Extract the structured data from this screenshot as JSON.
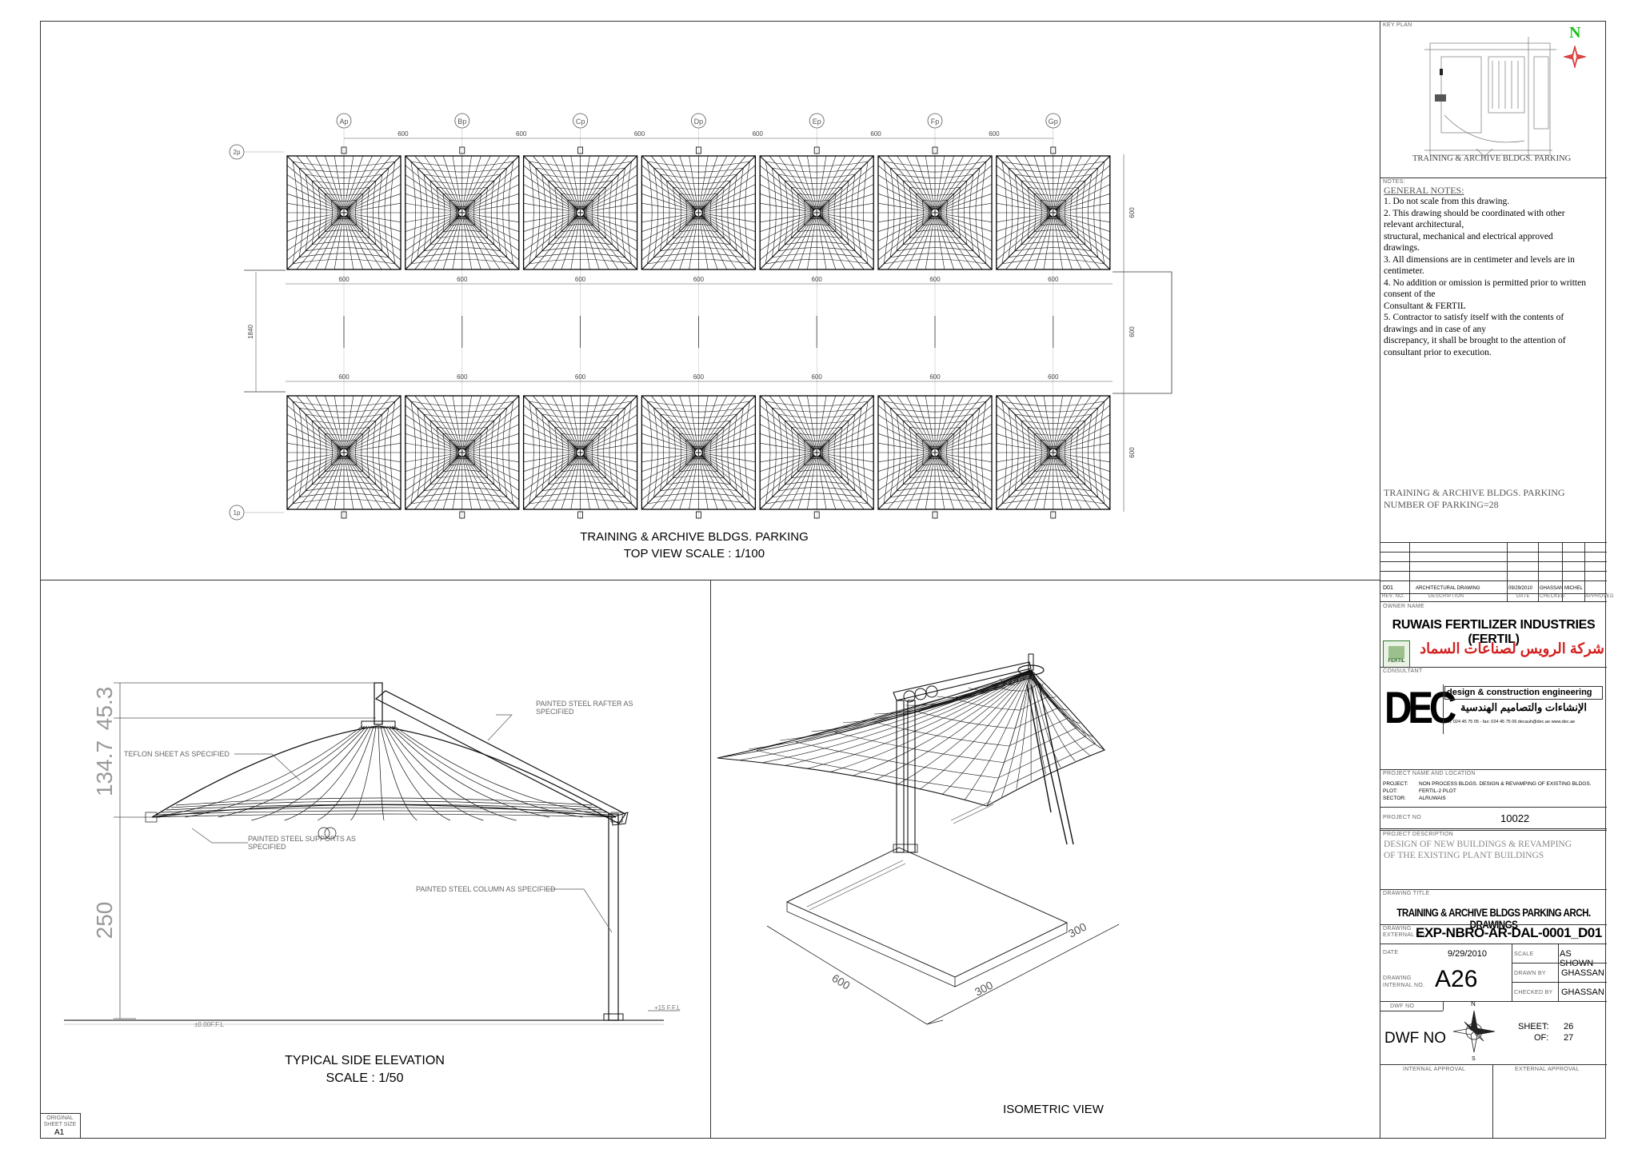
{
  "top_view": {
    "grid_columns": [
      "Ap",
      "Bp",
      "Cp",
      "Dp",
      "Ep",
      "Fp",
      "Gp"
    ],
    "grid_rows": [
      "2p",
      "1p"
    ],
    "bay_dim": "600",
    "side_dim": "600",
    "overall_dim": "1840",
    "caption_line1": "TRAINING & ARCHIVE BLDGS. PARKING",
    "caption_line2": "TOP VIEW SCALE : 1/100"
  },
  "elevation": {
    "dim_top": "45.3",
    "dim_mid": "134.7",
    "dim_bottom": "250",
    "label_teflon": "TEFLON SHEET AS SPECIFIED",
    "label_rafter_1": "PAINTED STEEL RAFTER AS",
    "label_rafter_2": "SPECIFIED",
    "label_supports_1": "PAINTED STEEL SUPPORTS AS",
    "label_supports_2": "SPECIFIED",
    "label_column": "PAINTED STEEL COLUMN AS SPECIFIED",
    "level_left": "±0.00F.F.L",
    "level_right": "+15 F.F.L",
    "caption_line1": "TYPICAL SIDE  ELEVATION",
    "caption_line2": "SCALE : 1/50"
  },
  "isometric": {
    "dim_length": "600",
    "dim_width_a": "300",
    "dim_width_b": "300",
    "caption": "ISOMETRIC VIEW"
  },
  "sheet_size": {
    "label_1": "ORIGINAL",
    "label_2": "SHEET SIZE",
    "value": "A1"
  },
  "title_block": {
    "key_plan_label": "KEY PLAN",
    "north": "N",
    "key_plan_caption": "TRAINING  &  ARCHIVE  BLDGS.  PARKING",
    "notes_label": "NOTES:",
    "notes_heading": "GENERAL  NOTES:",
    "notes": [
      "1. Do not scale from this drawing.",
      "2. This drawing should be coordinated with other",
      "relevant architectural,",
      "    structural, mechanical and electrical approved",
      "drawings.",
      "3. All dimensions are in centimeter and levels are in",
      "centimeter.",
      "4. No addition or omission is permitted prior to written",
      "consent of the",
      "    Consultant & FERTIL",
      "5. Contractor to satisfy itself with the contents of",
      "drawings and in case of any",
      "    discrepancy, it shall be brought to the attention of",
      "consultant prior to execution."
    ],
    "parking_line1": "TRAINING  &  ARCHIVE  BLDGS.  PARKING",
    "parking_line2": "NUMBER  OF  PARKING=28",
    "revision": {
      "no": "D01",
      "description": "ARCHITECTURAL DRAWING",
      "date": "09/29/2010",
      "checked": "GHASSAN",
      "approved": "MICHEL"
    },
    "revision_headers": [
      "REV. NO.",
      "DESCRIPTION",
      "DATE",
      "CHECKED",
      "APPROVED"
    ],
    "owner_label": "OWNER NAME",
    "owner_name": "RUWAIS FERTILIZER INDUSTRIES (FERTIL)",
    "owner_arabic": "شركة الرويس لصناعات السماد",
    "owner_logo_text": "FERTIL",
    "consultant_label": "CONSULTANT",
    "consultant_logo": "DEC",
    "consultant_name": "design & construction engineering",
    "consultant_arabic": "الإنشاءات والتصاميم الهندسية",
    "consultant_contact": "tel: 024 45 75 05 - fax: 024 45 75 06   decauh@dec.ae   www.dec.ae",
    "project_location_label": "PROJECT NAME AND LOCATION",
    "project_label": "PROJECT:",
    "project_value": "NON PROCESS BLDGS. DESIGN & REVAMPING OF EXISTING BLDGS.",
    "plot_label": "PLOT:",
    "plot_value": "FERTIL-2 PLOT",
    "sector_label": "SECTOR:",
    "sector_value": "ALRUWAIS",
    "project_no_label": "PROJECT NO",
    "project_no": "10022",
    "project_desc_label": "PROJECT DESCRIPTION",
    "project_desc_1": "DESIGN  OF  NEW  BUILDINGS  &  REVAMPING",
    "project_desc_2": "OF  THE  EXISTING  PLANT  BUILDINGS",
    "drawing_title_label": "DRAWING TITLE",
    "drawing_title": "TRAINING & ARCHIVE BLDGS PARKING ARCH. DRAWINGS",
    "external_no_label_1": "DRAWING",
    "external_no_label_2": "EXTERNAL NO.",
    "external_no": "EXP-NBRO-AR-DAL-0001_D01",
    "date_label": "DATE",
    "date": "9/29/2010",
    "scale_label": "SCALE",
    "scale": "AS SHOWN",
    "internal_no_label_1": "DRAWING",
    "internal_no_label_2": "INTERNAL NO.",
    "internal_no": "A26",
    "drawn_by_label": "DRAWN BY",
    "drawn_by": "GHASSAN",
    "checked_by_label": "CHECKED BY",
    "checked_by": "GHASSAN",
    "dwf_label": "DWF NO",
    "dwf_value": "DWF NO",
    "compass_n": "N",
    "compass_s": "S",
    "sheet_label": "SHEET:",
    "sheet_no": "26",
    "of_label": "OF:",
    "of_no": "27",
    "internal_approval": "INTERNAL  APPROVAL",
    "external_approval": "EXTERNAL  APPROVAL"
  }
}
